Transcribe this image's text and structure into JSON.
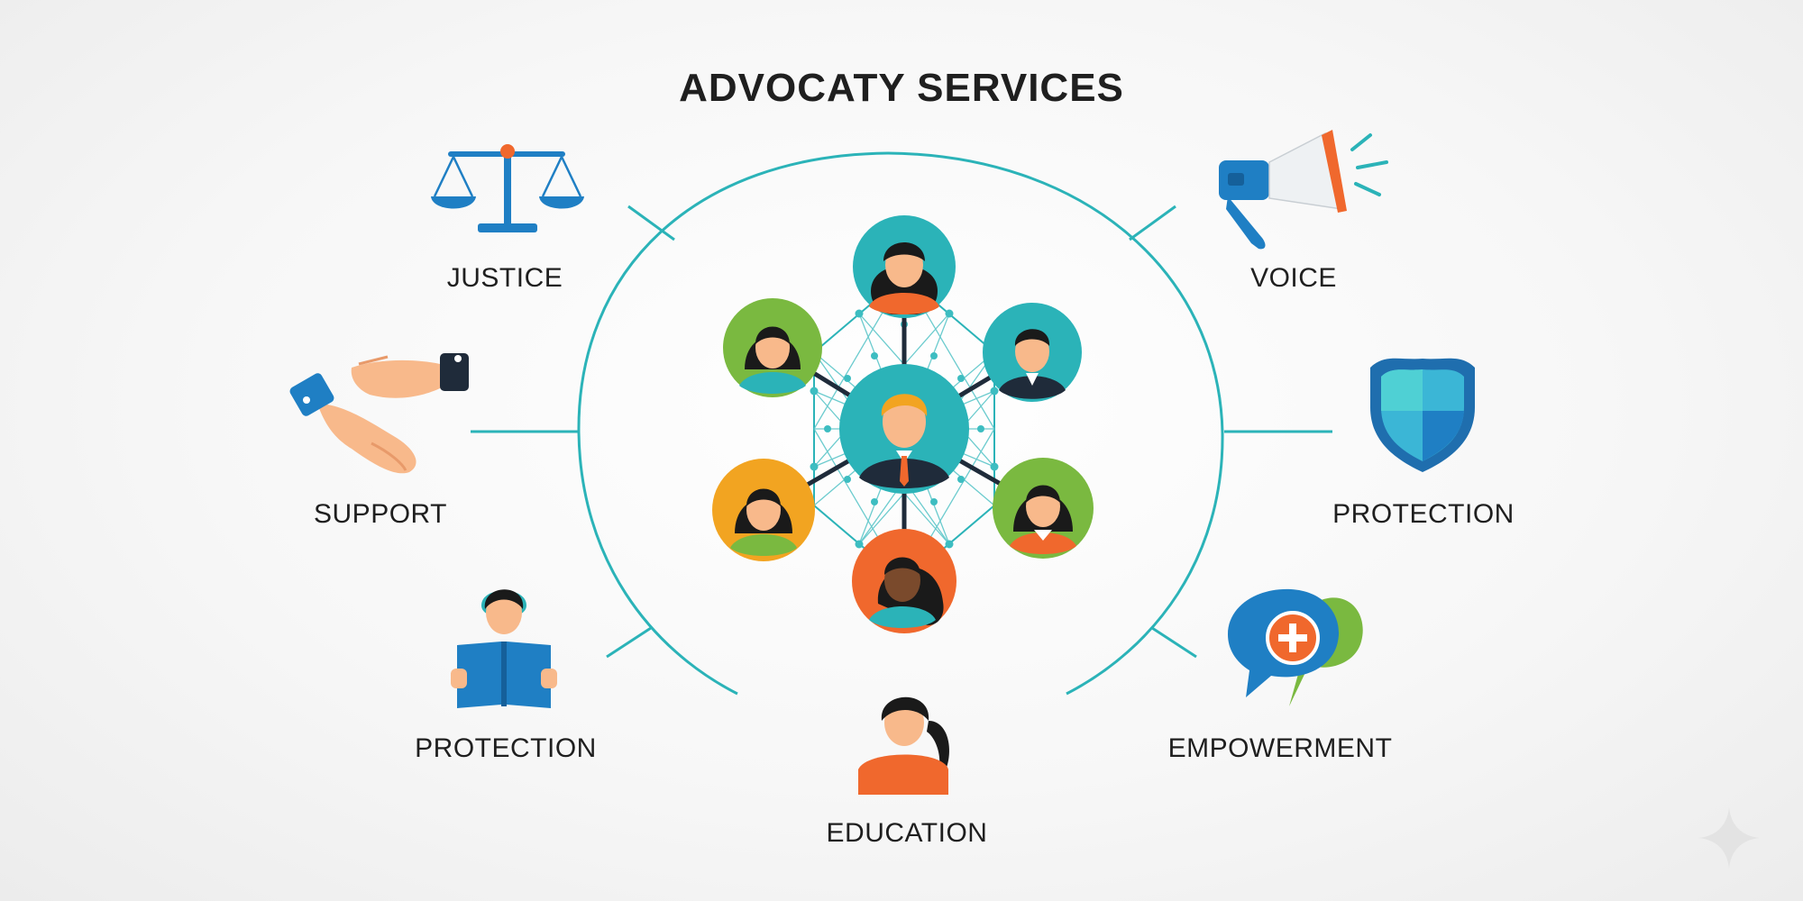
{
  "title": "ADVOCATY SERVICES",
  "services": {
    "justice": "JUSTICE",
    "support": "SUPPORT",
    "protection_left": "PROTECTION",
    "education": "EDUCATION",
    "voice": "VOICE",
    "protection_right": "PROTECTION",
    "empowerment": "EMPOWERMENT"
  },
  "colors": {
    "accent": "#2bb3b8",
    "dark": "#1f2b3a",
    "blue": "#1f7fc4",
    "orange": "#f0682d",
    "green": "#7ab940",
    "yellow": "#f2a421",
    "skin": "#f8b98b"
  }
}
